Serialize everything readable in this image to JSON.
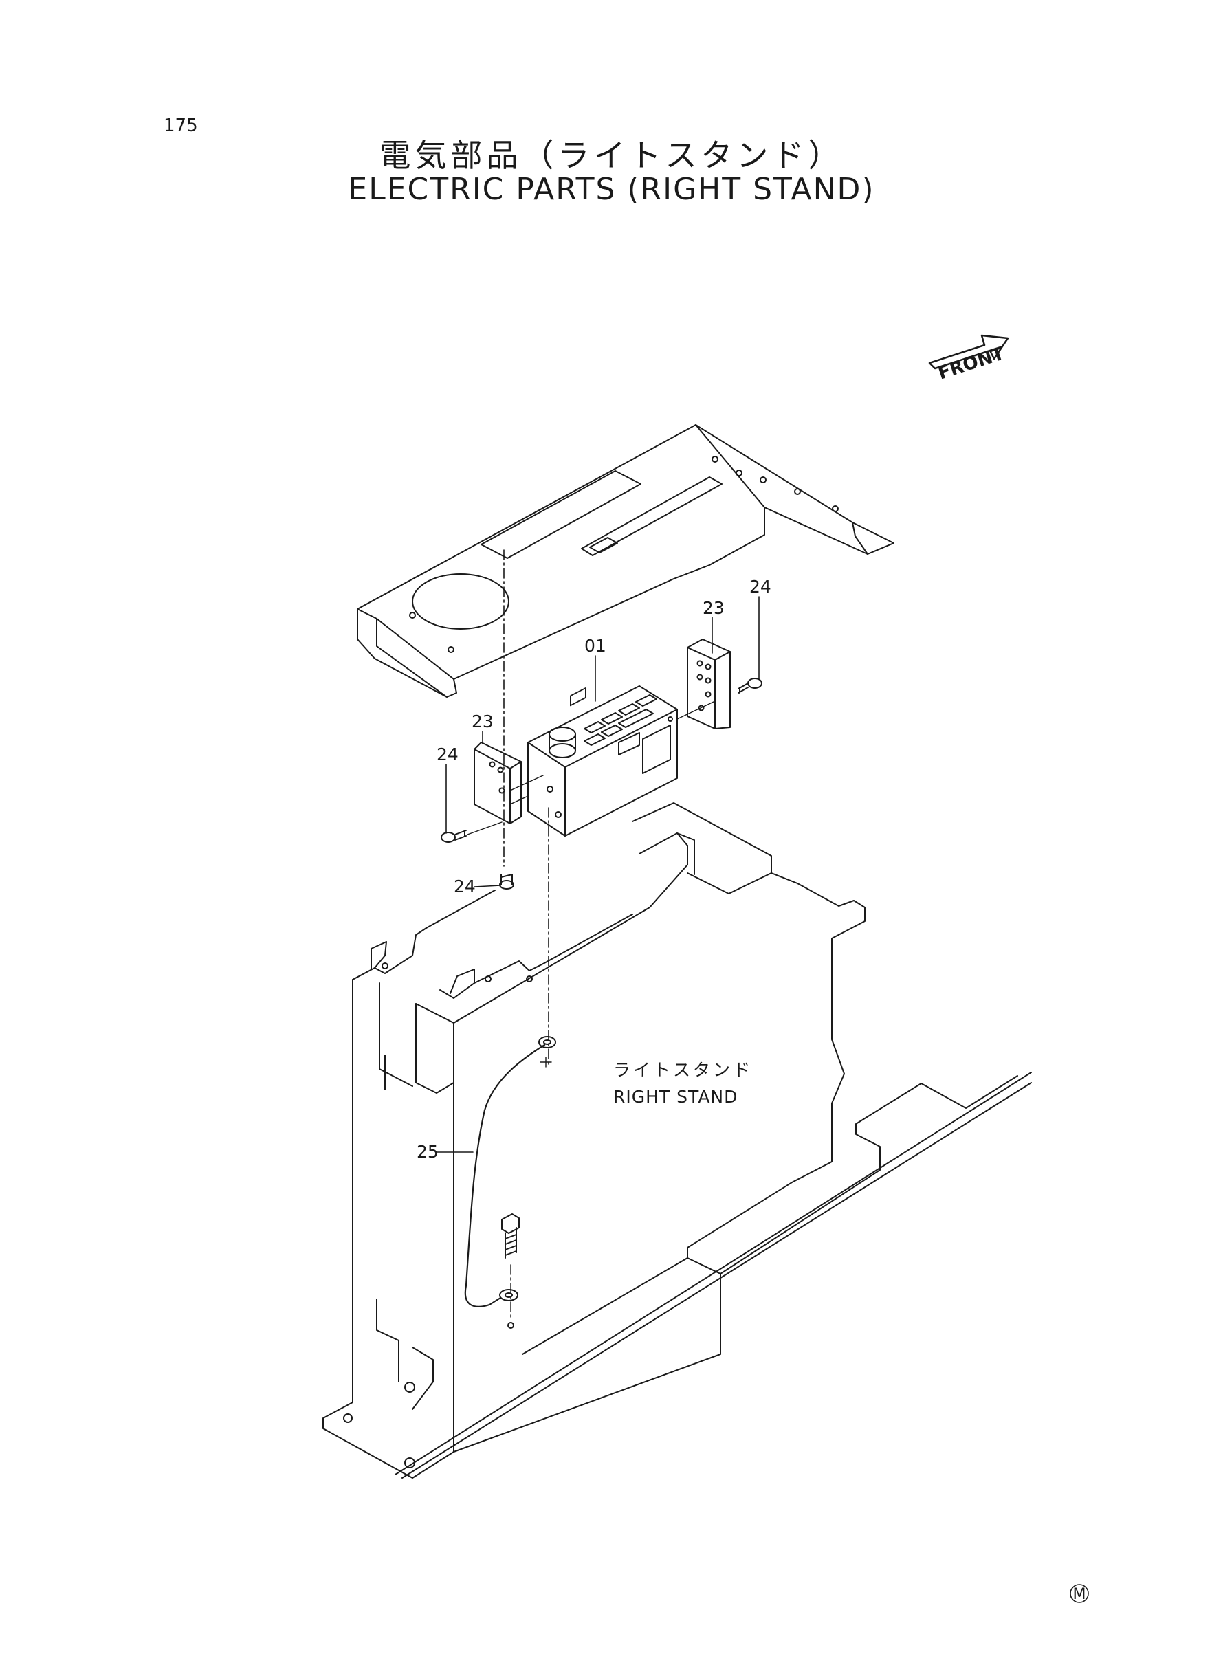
{
  "page": {
    "number": "175",
    "title_jp": "電気部品（ライトスタンド）",
    "title_en": "ELECTRIC PARTS (RIGHT STAND)"
  },
  "front_marker": {
    "label": "FRONT"
  },
  "stand_label": {
    "jp": "ライトスタンド",
    "en": "RIGHT STAND"
  },
  "callouts": {
    "part_01": "01",
    "part_23_right": "23",
    "part_24_right": "24",
    "part_23_left": "23",
    "part_24_left": "24",
    "part_24_bottom": "24",
    "part_25": "25"
  },
  "footer": {
    "mark": "M"
  }
}
